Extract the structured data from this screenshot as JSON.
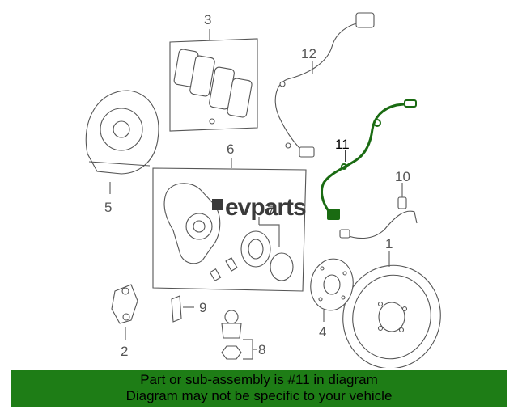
{
  "callouts": {
    "c1": "1",
    "c2": "2",
    "c3": "3",
    "c4": "4",
    "c5": "5",
    "c6": "6",
    "c7": "7",
    "c8": "8",
    "c9": "9",
    "c10": "10",
    "c11": "11",
    "c12": "12"
  },
  "logo": "evparts",
  "highlight_color": "#1a6b12",
  "banner": {
    "line1": "Part or sub-assembly is #11 in diagram",
    "line2": "Diagram may not be specific to your vehicle",
    "background": "#1e7d16"
  }
}
